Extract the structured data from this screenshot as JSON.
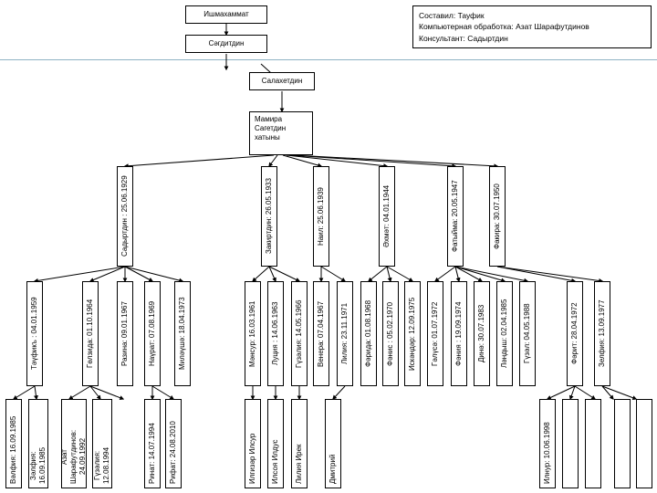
{
  "document": {
    "title": "Шәҗәрә / Family tree diagram",
    "type": "genealogy-tree"
  },
  "credits": {
    "line1": "Составил: Тауфик",
    "line2": "Компьютерная обработка: Азат Шарафутдинов",
    "line3": "Консультант: Садыртдин"
  },
  "generation1": [
    {
      "id": "g1-1",
      "label": "Ишмахаммат"
    },
    {
      "id": "g1-2",
      "label": "Сәгдитдин"
    },
    {
      "id": "g1-3",
      "label": "Салахетдин"
    }
  ],
  "generation2": [
    {
      "id": "g2-1",
      "label": "Мамира\nСагетдин\nхатыны"
    }
  ],
  "generation3": [
    {
      "id": "g3-1",
      "label": "Садыртдин : 25.06.1929"
    },
    {
      "id": "g3-2",
      "label": "Закиртдин: 26.05.1933"
    },
    {
      "id": "g3-3",
      "label": "Наил: 25.06.1939"
    },
    {
      "id": "g3-4",
      "label": "Әхмәт: 04.01.1944"
    },
    {
      "id": "g3-5",
      "label": "Фатыйма: 20.05.1947"
    },
    {
      "id": "g3-6",
      "label": "Факира: 30.07.1950"
    }
  ],
  "generation4": [
    {
      "id": "g4-1",
      "label": "Тәүфикъ : 04.01.1959"
    },
    {
      "id": "g4-2",
      "label": "Гөлзида: 01.10.1964"
    },
    {
      "id": "g4-3",
      "label": "Разина: 09.01.1967"
    },
    {
      "id": "g4-4",
      "label": "Наүрат: 07.08.1969"
    },
    {
      "id": "g4-5",
      "label": "Миләүшә: 18.04.1973"
    },
    {
      "id": "g4-6",
      "label": "Мәнсур: 16.03.1961"
    },
    {
      "id": "g4-7",
      "label": "Луция : 14.06.1963"
    },
    {
      "id": "g4-8",
      "label": "Гүзәлия: 14.05.1966"
    },
    {
      "id": "g4-9",
      "label": "Венера: 07.04.1967"
    },
    {
      "id": "g4-10",
      "label": "Лилия: 23.11.1971"
    },
    {
      "id": "g4-11",
      "label": "Фәрида: 01.08.1968"
    },
    {
      "id": "g4-12",
      "label": "Фәнис : 05.02.1970"
    },
    {
      "id": "g4-13",
      "label": "Искәндәр: 12.09.1975"
    },
    {
      "id": "g4-14",
      "label": "Гәлүсә: 01.07.1972"
    },
    {
      "id": "g4-15",
      "label": "Фәния : 19.09.1974"
    },
    {
      "id": "g4-16",
      "label": "Динә: 30.07.1983"
    },
    {
      "id": "g4-17",
      "label": "Ләндыш: 02.04.1985"
    },
    {
      "id": "g4-18",
      "label": "Гүзәл: 04.05.1988"
    },
    {
      "id": "g4-19",
      "label": "Фәрит: 28.04.1972"
    },
    {
      "id": "g4-20",
      "label": "Зелфия: 13.09.1977"
    }
  ],
  "generation5": [
    {
      "id": "g5-1",
      "label": "Вәлфия: 16.09.1985"
    },
    {
      "id": "g5-2",
      "label": "Зәлфия:\n16.09.1985"
    },
    {
      "id": "g5-3",
      "label": "Азат\nШарафутдинов:\n24.09.1992"
    },
    {
      "id": "g5-4",
      "label": "Гүзәлия:\n12.08.1994"
    },
    {
      "id": "g5-5",
      "label": "Ринат: 14.07.1994"
    },
    {
      "id": "g5-6",
      "label": "Рифат: 24.08.2010"
    },
    {
      "id": "g5-7",
      "label": "Илгизәр Илсур"
    },
    {
      "id": "g5-8",
      "label": "Илсоя Илдус"
    },
    {
      "id": "g5-9",
      "label": "Лилия Ирек"
    },
    {
      "id": "g5-10",
      "label": "Дмитрий"
    },
    {
      "id": "g5-11",
      "label": "Илнур: 10.06.1998"
    },
    {
      "id": "g5-12",
      "label": ""
    },
    {
      "id": "g5-13",
      "label": ""
    },
    {
      "id": "g5-14",
      "label": ""
    },
    {
      "id": "g5-15",
      "label": ""
    }
  ],
  "colors": {
    "line": "#000000",
    "rule": "#8fb3c4",
    "box_border": "#000000",
    "background": "#ffffff"
  }
}
